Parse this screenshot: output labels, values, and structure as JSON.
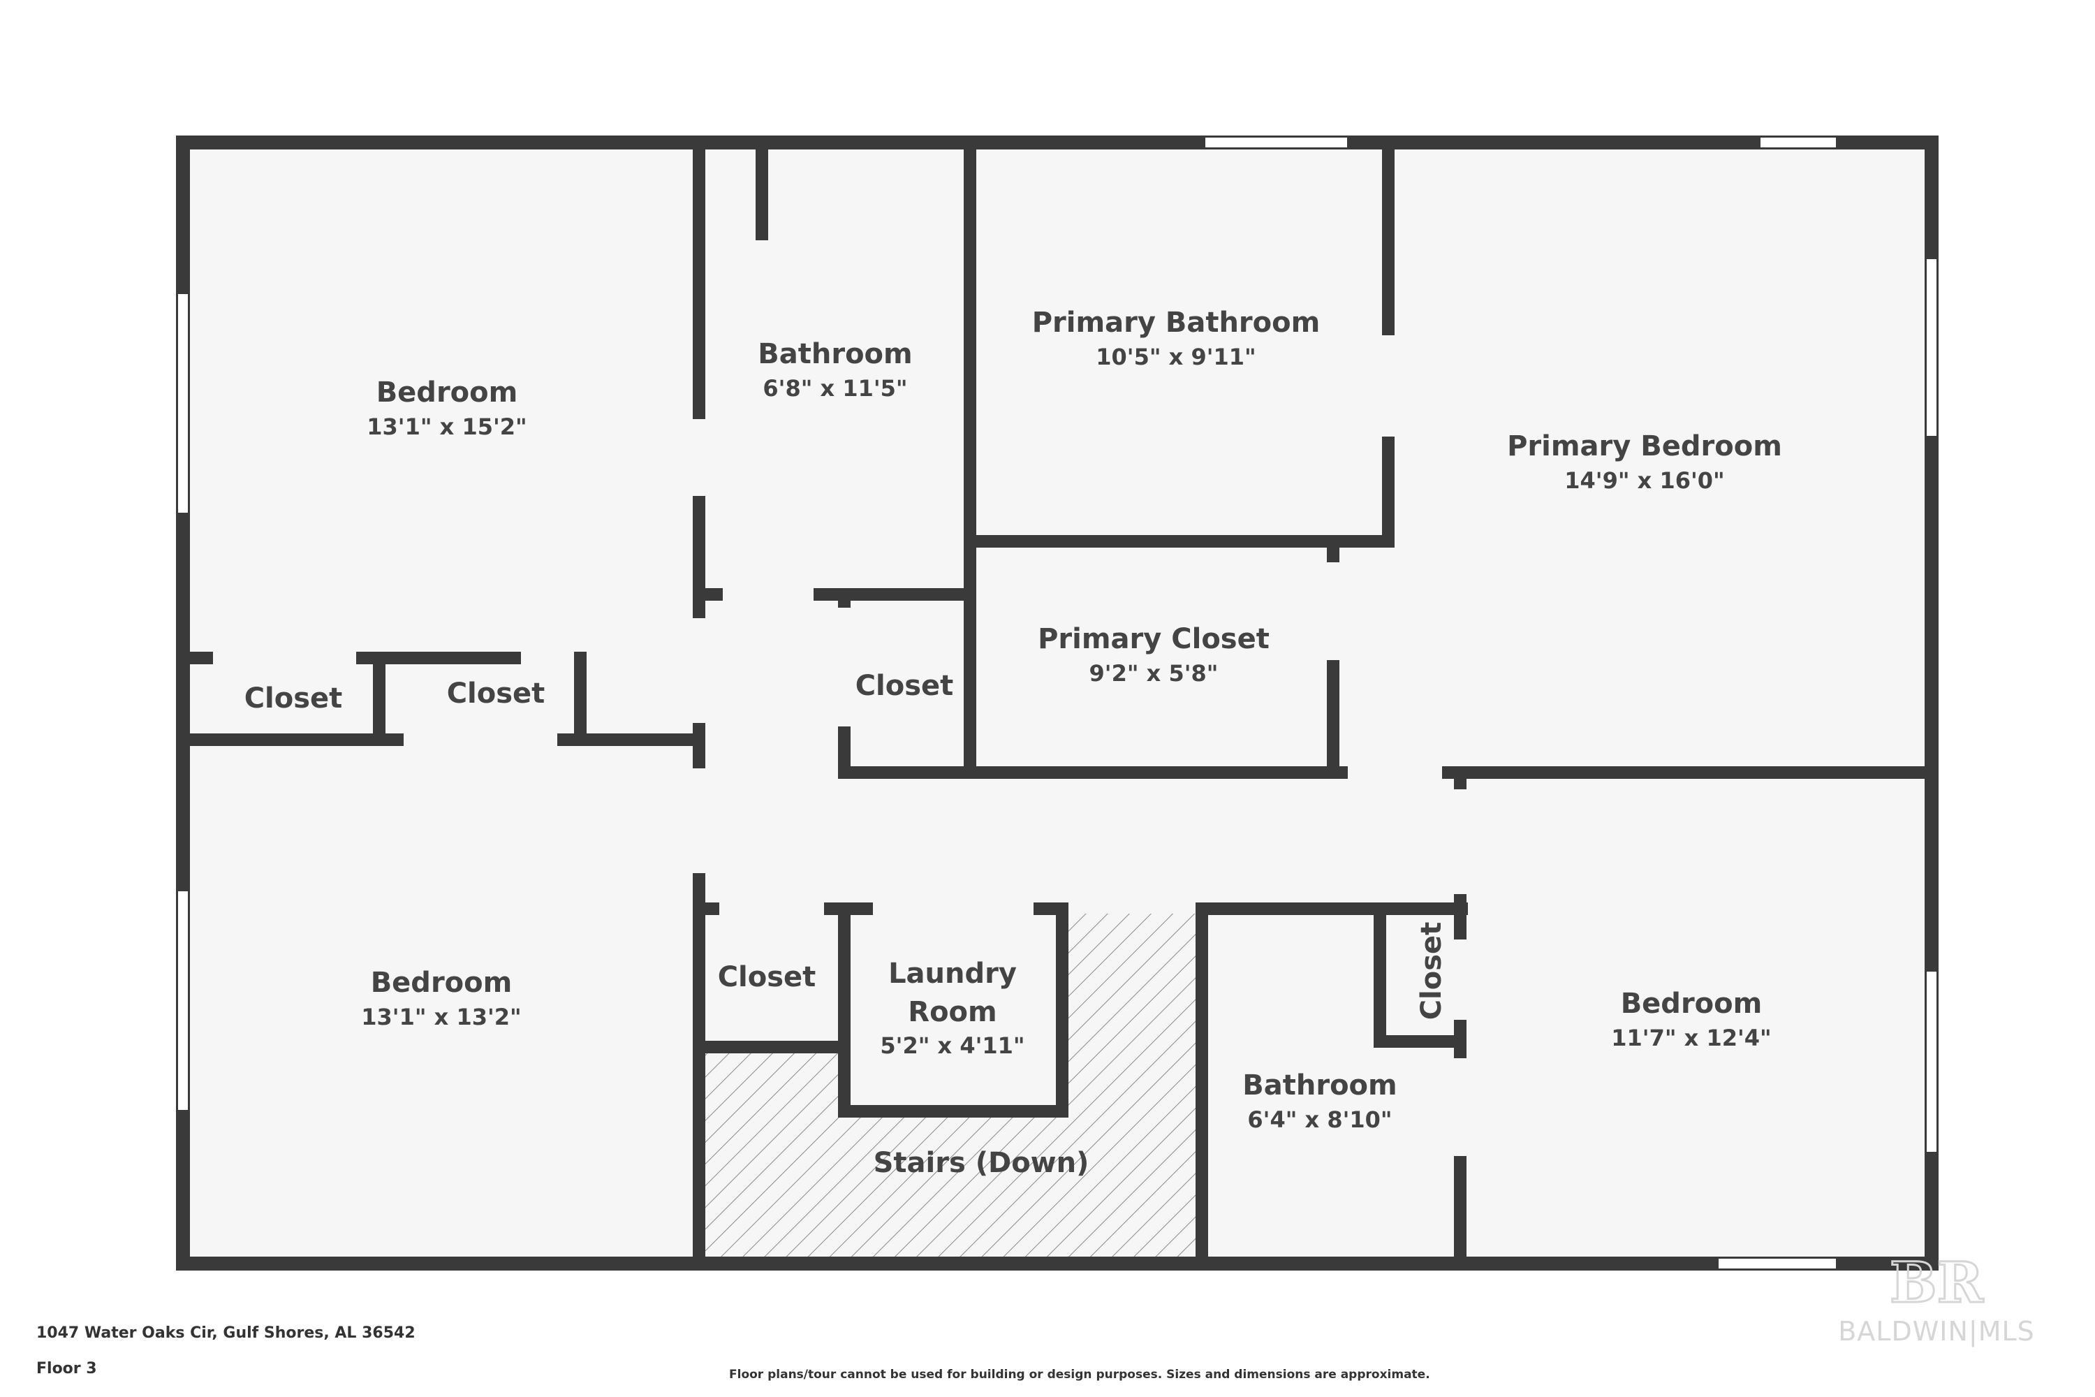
{
  "rooms": [
    {
      "id": "bedroom-nw",
      "name": "Bedroom",
      "dims": "13'1\" x 15'2\""
    },
    {
      "id": "bathroom-top",
      "name": "Bathroom",
      "dims": "6'8\" x 11'5\""
    },
    {
      "id": "primary-bathroom",
      "name": "Primary Bathroom",
      "dims": "10'5\" x 9'11\""
    },
    {
      "id": "primary-bedroom",
      "name": "Primary Bedroom",
      "dims": "14'9\" x 16'0\""
    },
    {
      "id": "closet-left-a",
      "name": "Closet"
    },
    {
      "id": "closet-left-b",
      "name": "Closet"
    },
    {
      "id": "closet-center",
      "name": "Closet"
    },
    {
      "id": "primary-closet",
      "name": "Primary Closet",
      "dims": "9'2\" x 5'8\""
    },
    {
      "id": "bedroom-sw",
      "name": "Bedroom",
      "dims": "13'1\" x 13'2\""
    },
    {
      "id": "closet-bottom",
      "name": "Closet"
    },
    {
      "id": "laundry-room",
      "name_line1": "Laundry",
      "name_line2": "Room",
      "dims": "5'2\" x 4'11\""
    },
    {
      "id": "stairs",
      "name": "Stairs (Down)"
    },
    {
      "id": "bathroom-bottom",
      "name": "Bathroom",
      "dims": "6'4\" x 8'10\""
    },
    {
      "id": "closet-vertical",
      "name": "Closet"
    },
    {
      "id": "bedroom-se",
      "name": "Bedroom",
      "dims": "11'7\" x 12'4\""
    }
  ],
  "footer": {
    "address": "1047 Water Oaks Cir, Gulf Shores, AL 36542",
    "floor": "Floor 3",
    "disclaimer": "Floor plans/tour cannot be used for building or design purposes. Sizes and dimensions are approximate."
  },
  "watermark": {
    "logo": "BR",
    "text": "BALDWIN|MLS"
  },
  "colors": {
    "wall": "#3a3a3a",
    "floor": "#f6f6f6",
    "text": "#444444",
    "hatch": "#888888",
    "watermark": "#d6d6d6"
  }
}
